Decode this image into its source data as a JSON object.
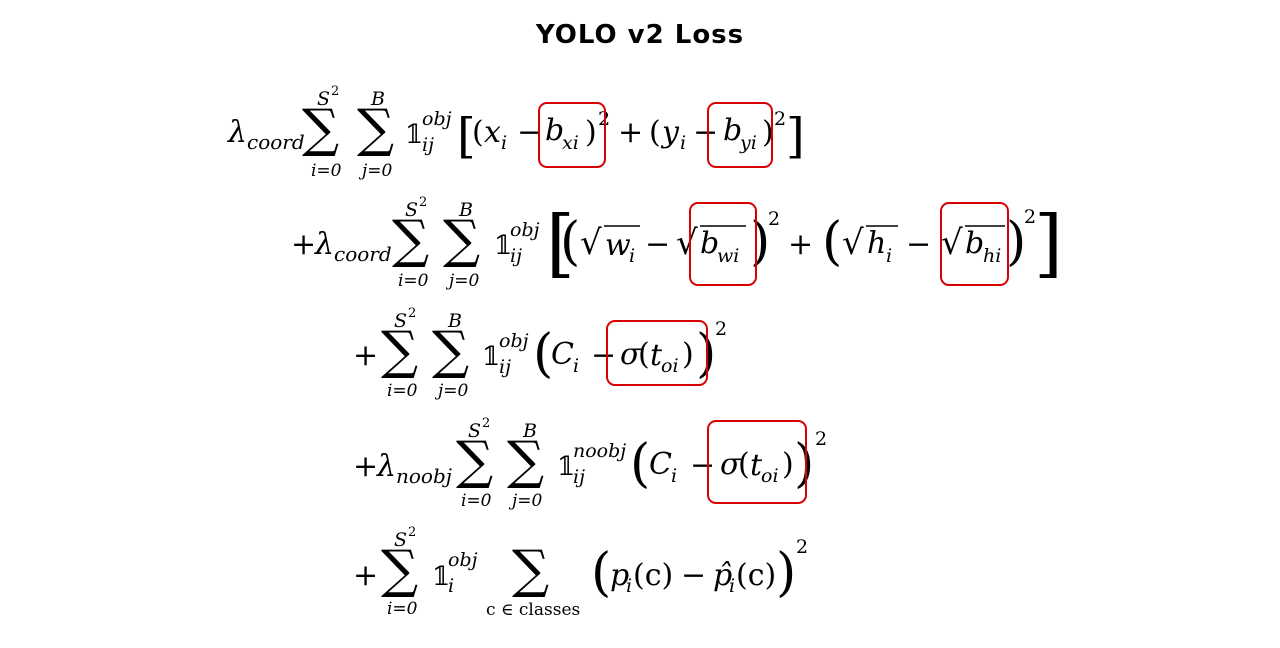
{
  "title": "YOLO v2 Loss",
  "colors": {
    "highlight_box": "#d80000",
    "text": "#000000",
    "background": "#ffffff"
  },
  "symbols": {
    "lambda": "λ",
    "sum": "∑",
    "indicator": "𝟙",
    "plus": "+",
    "minus": "−",
    "open_paren": "(",
    "close_paren": ")",
    "open_bracket": "[",
    "close_bracket": "]",
    "sqrt": "√",
    "sigma": "σ",
    "squared": "2",
    "element_of": "∈"
  },
  "subscripts": {
    "coord": "coord",
    "noobj": "noobj",
    "obj": "obj",
    "ij": "ij",
    "i": "i"
  },
  "limits": {
    "S2": "S",
    "S2_exp": "2",
    "B": "B",
    "i0": "i=0",
    "j0": "j=0",
    "c_classes": "c ∈ classes"
  },
  "terms": {
    "x": "x",
    "y": "y",
    "b": "b",
    "xi": "xi",
    "yi": "yi",
    "w": "w",
    "h": "h",
    "wi": "wi",
    "hi": "hi",
    "C": "C",
    "t": "t",
    "oi": "oi",
    "p": "p",
    "p_hat": "p̂",
    "c_arg": "(c)"
  },
  "highlighted_terms": [
    "b_xi",
    "b_yi",
    "sqrt(b_wi)",
    "sqrt(b_hi)",
    "sigma(t_oi)",
    "sigma(t_oi)"
  ]
}
